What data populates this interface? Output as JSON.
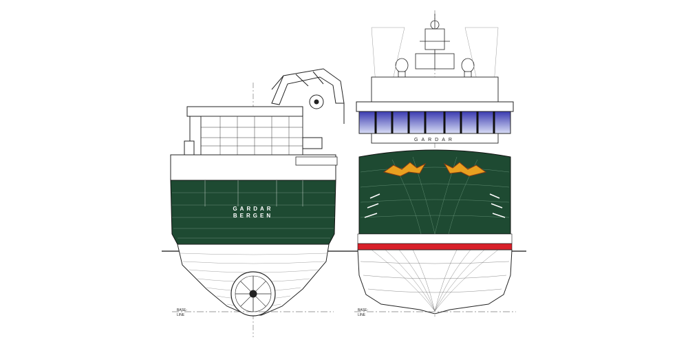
{
  "stern_view": {
    "hull_name": "GARDAR",
    "home_port": "BERGEN",
    "baseline_label_top": "BASE-",
    "baseline_label_bottom": "LINE"
  },
  "bow_view": {
    "hull_name": "GARDAR",
    "baseline_label_top": "BASE-",
    "baseline_label_bottom": "LINE"
  },
  "colors": {
    "hull_green": "#1e4a32",
    "boot_top_red": "#d8202a",
    "bridge_window_blue": "#3a3ab0",
    "bow_emblem_orange": "#e8a020",
    "line": "#222222"
  }
}
